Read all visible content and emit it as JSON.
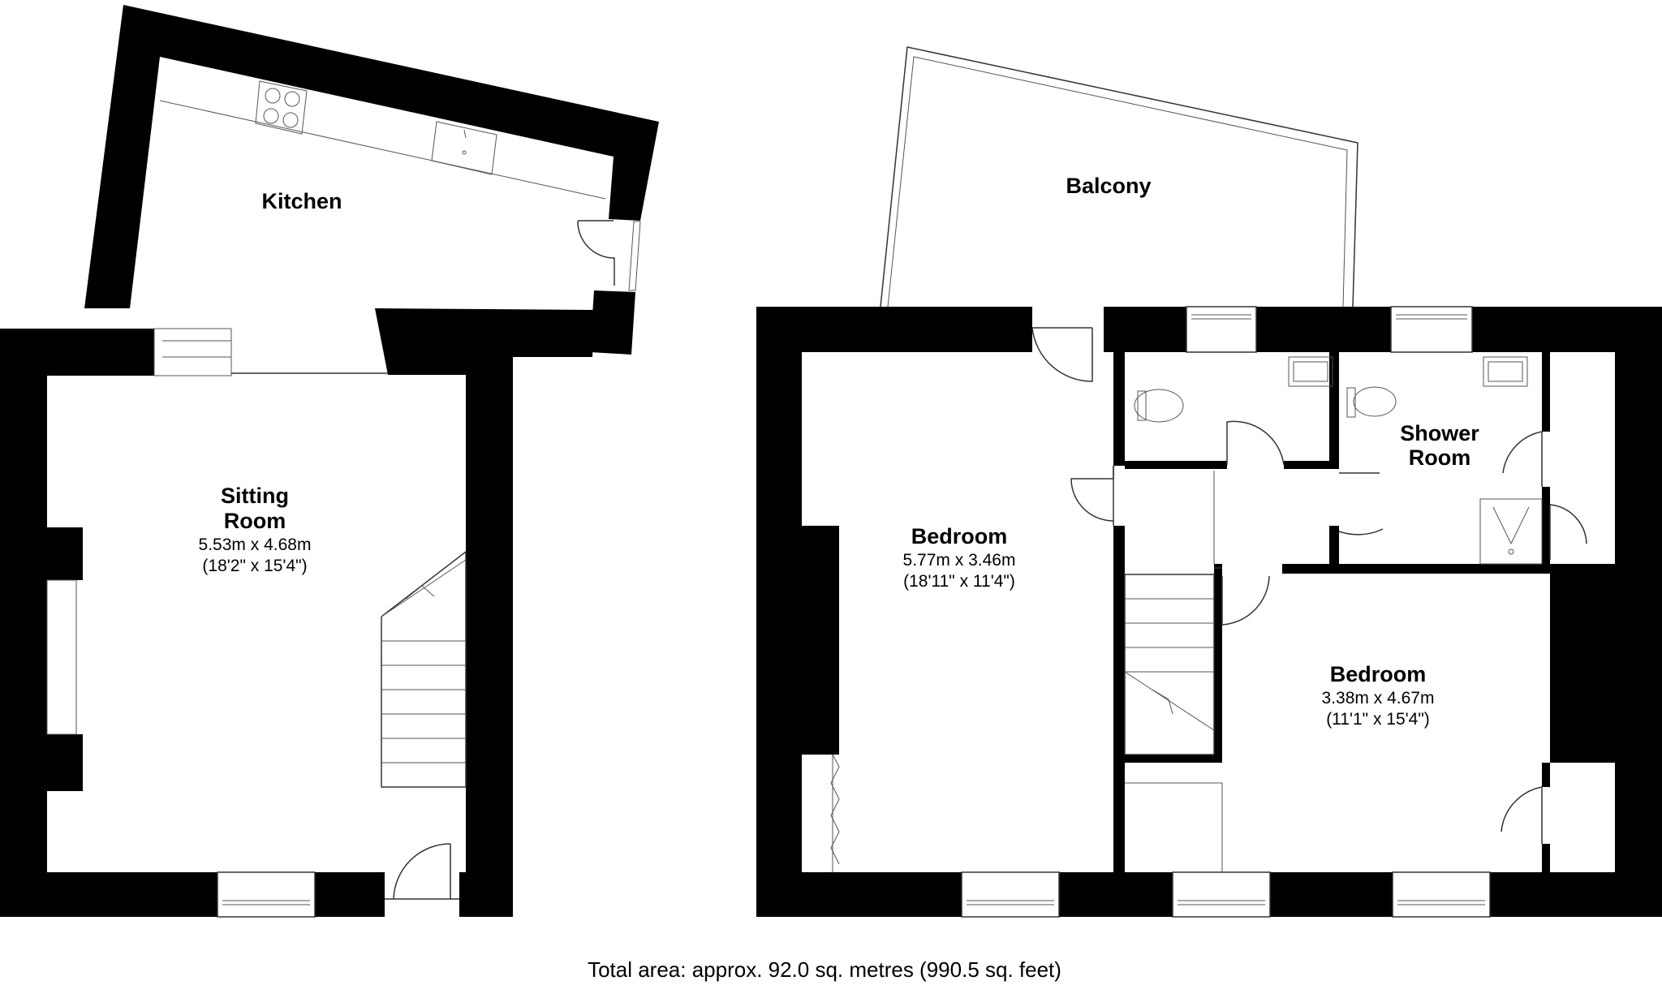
{
  "rooms": {
    "kitchen": {
      "name": "Kitchen"
    },
    "sitting_room": {
      "name_line1": "Sitting",
      "name_line2": "Room",
      "metric": "5.53m x 4.68m",
      "imperial": "(18'2\" x 15'4\")"
    },
    "balcony": {
      "name": "Balcony"
    },
    "bedroom_1": {
      "name": "Bedroom",
      "metric": "5.77m x 3.46m",
      "imperial": "(18'11\" x 11'4\")"
    },
    "shower_room": {
      "name_line1": "Shower",
      "name_line2": "Room"
    },
    "bedroom_2": {
      "name": "Bedroom",
      "metric": "3.38m x 4.67m",
      "imperial": "(11'1\" x 15'4\")"
    }
  },
  "total_area": "Total area: approx. 92.0 sq. metres (990.5 sq. feet)"
}
